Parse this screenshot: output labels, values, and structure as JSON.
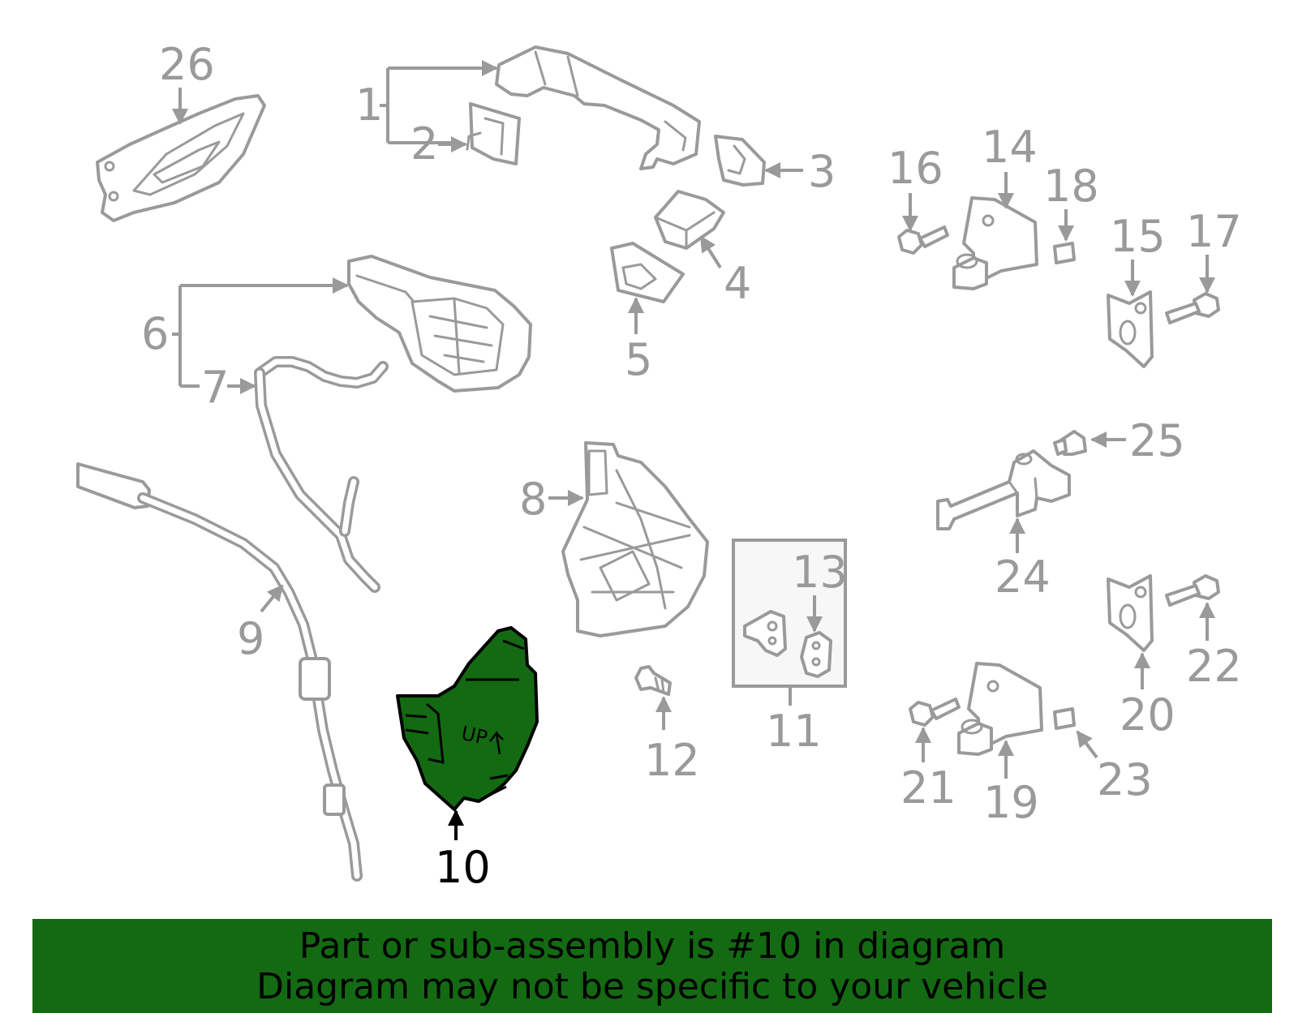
{
  "labels": {
    "p1": "1",
    "p2": "2",
    "p3": "3",
    "p4": "4",
    "p5": "5",
    "p6": "6",
    "p7": "7",
    "p8": "8",
    "p9": "9",
    "p10": "10",
    "p11": "11",
    "p12": "12",
    "p13": "13",
    "p14": "14",
    "p15": "15",
    "p16": "16",
    "p17": "17",
    "p18": "18",
    "p19": "19",
    "p20": "20",
    "p21": "21",
    "p22": "22",
    "p23": "23",
    "p24": "24",
    "p25": "25",
    "p26": "26"
  },
  "highlight_part": {
    "number": "10",
    "marking": "UP",
    "fill_color": "#136a12"
  },
  "banner": {
    "line1": "Part or sub-assembly is #10 in diagram",
    "line2": "Diagram may not be specific to your vehicle",
    "background_color": "#136a12"
  },
  "colors": {
    "outline": "#9a9a9a",
    "highlight_label": "#000000"
  }
}
